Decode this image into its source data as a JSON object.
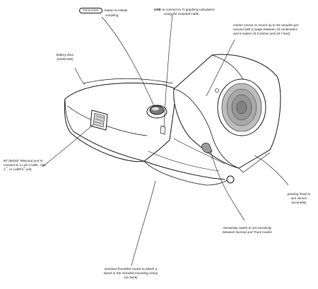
{
  "labels": {
    "trigger": {
      "badge": "TRIGGER",
      "line1": "button to initiate",
      "line2": "sampling"
    },
    "usb": {
      "badge": "USB",
      "line1": "to connect to TI graphing calculators",
      "line2": "using the included cable"
    },
    "battery": {
      "line1": "battery door",
      "line2": "(underside)"
    },
    "motion_sensor": {
      "line1": "motion sensor to record up to 50 samples per",
      "line2": "second with a range between 15 centimeters",
      "line3": "and 6 meters (5.9 inches and 19.7 feet)"
    },
    "bt_port": {
      "line1": "BT (British Telecom) port to",
      "line2": "connect to a Lab Cradle, CBL",
      "line3_pre": "2",
      "line3_sup": "™",
      "line3_mid": ", or LabPro",
      "line3_sup2": "®",
      "line3_post": " unit."
    },
    "pivoting_head": {
      "line1": "pivoting head to",
      "line2": "aim sensor",
      "line3": "accurately"
    },
    "sensitivity": {
      "line1": "Sensitivity switch to set sensitivity",
      "line2": "between Normal and Track modes"
    },
    "socket": {
      "line1": "standard threaded socket to attach a",
      "line2": "tripod or the included mounting clamp",
      "line3": "(on back)"
    }
  }
}
